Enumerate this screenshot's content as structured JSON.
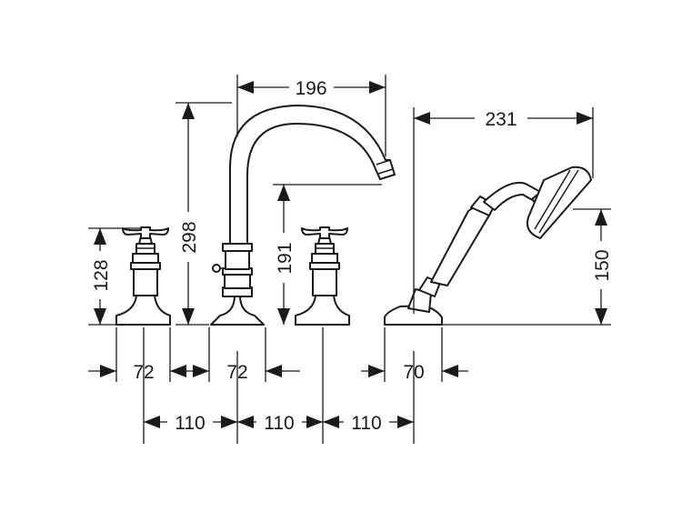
{
  "dimensions": {
    "spout_reach": "196",
    "faucet_height": "298",
    "spout_outlet_height": "191",
    "valve_height": "128",
    "valve_base_width": "72",
    "spout_base_width": "72",
    "shower_holder_width": "70",
    "spacing_1": "110",
    "spacing_2": "110",
    "spacing_3": "110",
    "shower_reach": "231",
    "shower_height": "150"
  },
  "colors": {
    "line": "#1a1a1a",
    "background": "#ffffff"
  }
}
